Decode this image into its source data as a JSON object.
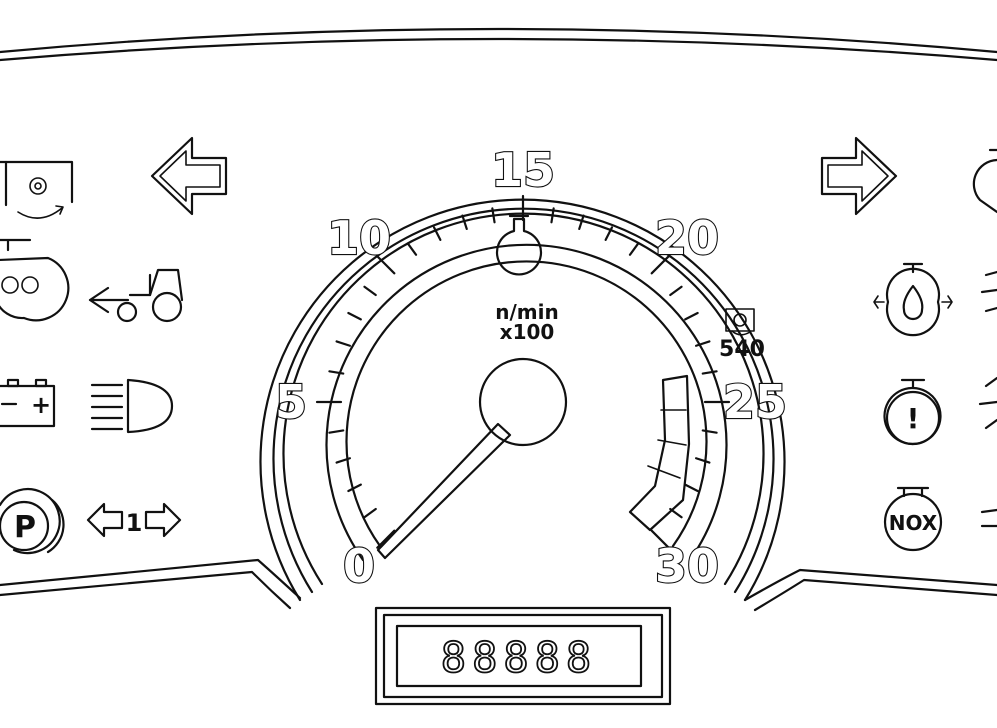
{
  "gauge": {
    "scale_labels": [
      "0",
      "5",
      "10",
      "15",
      "20",
      "25",
      "30"
    ],
    "unit_line1": "n/min",
    "unit_line2": "x100",
    "pto_speed_label": "540",
    "needle_value": 0
  },
  "display": {
    "digits": "88888",
    "decimal_point": true
  },
  "indicators_left": [
    {
      "name": "pto-engaged-icon"
    },
    {
      "name": "turn-left-arrow-icon"
    },
    {
      "name": "glow-plug-icon"
    },
    {
      "name": "trailer-tractor-icon"
    },
    {
      "name": "battery-icon",
      "label": "+"
    },
    {
      "name": "high-beam-icon"
    },
    {
      "name": "parking-brake-icon",
      "label": "P"
    },
    {
      "name": "trailer-turn-indicator-icon",
      "label": "1"
    }
  ],
  "indicators_right": [
    {
      "name": "turn-right-arrow-icon"
    },
    {
      "name": "engine-oil-pressure-icon"
    },
    {
      "name": "engine-warning-icon",
      "label": "!"
    },
    {
      "name": "nox-icon",
      "label": "NOX"
    }
  ],
  "colors": {
    "line": "#111111",
    "background": "#ffffff"
  }
}
